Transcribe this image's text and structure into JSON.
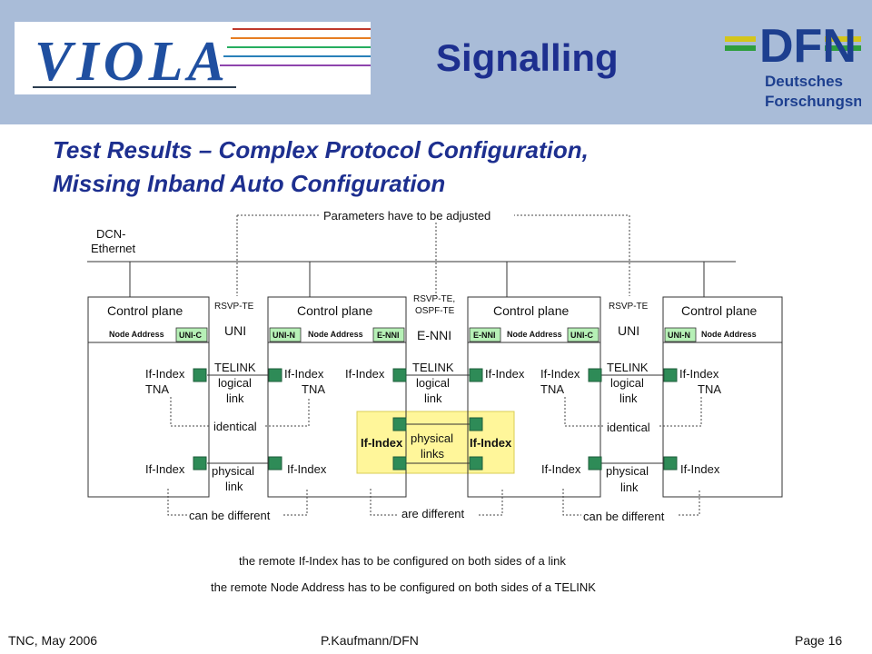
{
  "header": {
    "logo_left_text": "VIOLA",
    "logo_right_main": "DFN",
    "logo_right_line1": "Deutsches",
    "logo_right_line2": "Forschungsnetz",
    "title": "Signalling"
  },
  "subtitle": {
    "line1": "Test Results – Complex Protocol Configuration,",
    "line2": "Missing Inband Auto Configuration"
  },
  "diagram": {
    "params_label": "Parameters have to be adjusted",
    "dcn_line1": "DCN-",
    "dcn_line2": "Ethernet",
    "rsvp_left": "RSVP-TE",
    "rsvp_mid_line1": "RSVP-TE,",
    "rsvp_mid_line2": "OSPF-TE",
    "rsvp_right": "RSVP-TE",
    "node1": {
      "title": "Control plane",
      "node_address": "Node Address",
      "port": "UNI-C",
      "ifindex_top": "If-Index",
      "tna": "TNA",
      "ifindex_bottom": "If-Index"
    },
    "node2": {
      "title": "Control plane",
      "port_left": "UNI-N",
      "node_address": "Node Address",
      "port_right": "E-NNI",
      "ifindex_top_left": "If-Index",
      "tna": "TNA",
      "ifindex_top_right": "If-Index",
      "ifindex_bottom": "If-Index"
    },
    "node3": {
      "title": "Control plane",
      "port_left": "E-NNI",
      "node_address": "Node Address",
      "port_right": "UNI-C",
      "ifindex_top_left": "If-Index",
      "ifindex_top_right": "If-Index",
      "tna": "TNA",
      "ifindex_bottom": "If-Index"
    },
    "node4": {
      "title": "Control plane",
      "port_left": "UNI-N",
      "node_address": "Node Address",
      "ifindex_top": "If-Index",
      "tna": "TNA",
      "ifindex_bottom": "If-Index"
    },
    "gap_left": {
      "protocol": "UNI",
      "telink_line1": "TELINK",
      "telink_line2": "logical",
      "telink_line3": "link",
      "identical": "identical",
      "physical_line1": "physical",
      "physical_line2": "link",
      "can_be_different": "can be different"
    },
    "gap_mid": {
      "protocol": "E-NNI",
      "telink_line1": "TELINK",
      "telink_line2": "logical",
      "telink_line3": "link",
      "ifindex_left": "If-Index",
      "physical_line1": "physical",
      "physical_line2": "links",
      "ifindex_right": "If-Index",
      "are_different": "are different"
    },
    "gap_right": {
      "protocol": "UNI",
      "telink_line1": "TELINK",
      "telink_line2": "logical",
      "telink_line3": "link",
      "identical": "identical",
      "physical_line1": "physical",
      "physical_line2": "link",
      "can_be_different": "can be different"
    },
    "note1": "the remote If-Index has to be configured on both sides of a link",
    "note2": "the remote Node Address has to be configured on both sides of a TELINK"
  },
  "footer": {
    "left": "TNC, May 2006",
    "center": "P.Kaufmann/DFN",
    "right": "Page 16"
  },
  "colors": {
    "header_bg": "#a9bcd8",
    "title": "#1d2f8f",
    "port_green": "#2e8b57",
    "port_label_bg": "#b6f0b6",
    "highlight_yellow": "#fff69a"
  }
}
